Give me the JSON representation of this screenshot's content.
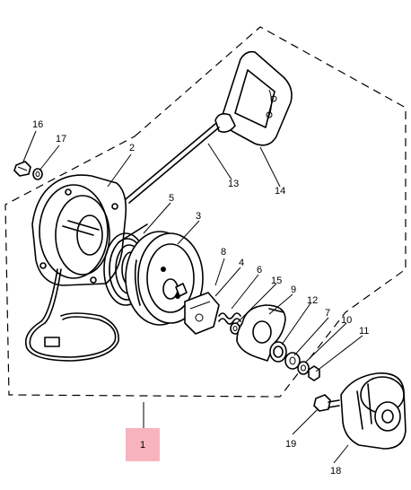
{
  "highlighted_part": "1",
  "highlight_color": "#f7b4be",
  "line_color": "#000000",
  "callouts": {
    "p1": "1",
    "p2": "2",
    "p3": "3",
    "p4": "4",
    "p5": "5",
    "p6": "6",
    "p7": "7",
    "p8": "8",
    "p9": "9",
    "p10": "10",
    "p11": "11",
    "p12": "12",
    "p13": "13",
    "p14": "14",
    "p15": "15",
    "p16": "16",
    "p17": "17",
    "p18": "18",
    "p19": "19"
  }
}
